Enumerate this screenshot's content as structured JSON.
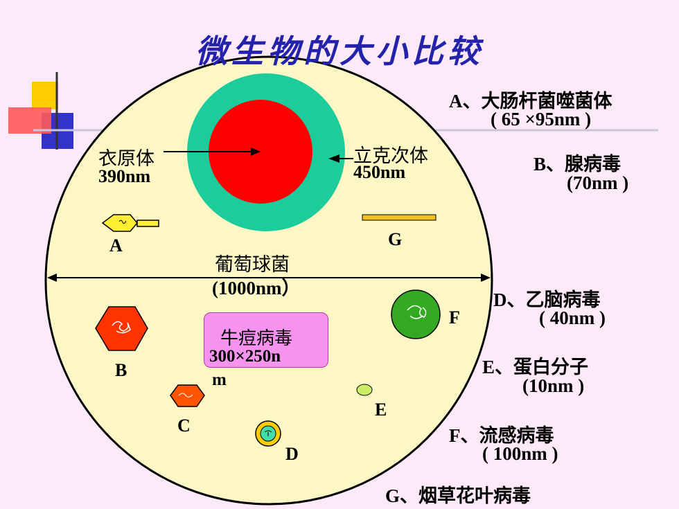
{
  "title": "微生物的大小比较",
  "labels": {
    "chlamydia_name": "衣原体",
    "chlamydia_size": "390nm",
    "rickettsia_name": "立克次体",
    "rickettsia_size": "450nm",
    "staph_name": "葡萄球菌",
    "staph_size": "(1000nm）",
    "vaccinia_name": "牛痘病毒",
    "vaccinia_size_line1": "300×250n",
    "vaccinia_size_line2": "m",
    "a": "A",
    "b": "B",
    "c": "C",
    "d": "D",
    "e": "E",
    "f": "F",
    "g": "G"
  },
  "legend": {
    "a_name": "A、大肠杆菌噬菌体",
    "a_size": "( 65 ×95nm )",
    "b_name": "B、腺病毒",
    "b_size": "(70nm )",
    "d_name": "D、乙脑病毒",
    "d_size": "( 40nm )",
    "e_name": "E、蛋白分子",
    "e_size": "(10nm )",
    "f_name": "F、流感病毒",
    "f_size": "( 100nm )",
    "g_name": "G、烟草花叶病毒"
  },
  "colors": {
    "staph_fill": "#fcf7c4",
    "rickettsia": "#1ccc9c",
    "chlamydia": "#ff0000",
    "adenovirus": "#ff3300",
    "influenza": "#33aa22",
    "vaccinia": "#f593ef",
    "tmv": "#f0c020",
    "title": "#2222aa"
  }
}
